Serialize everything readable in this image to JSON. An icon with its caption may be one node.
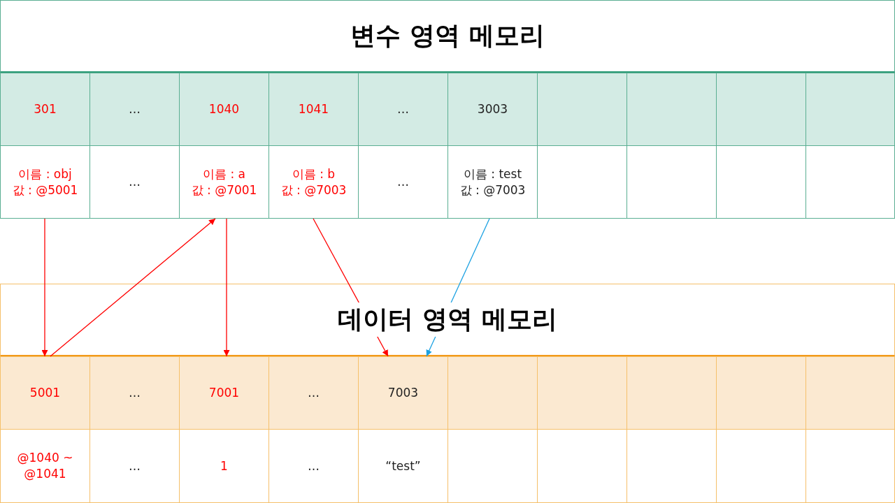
{
  "diagram": {
    "nodes": [
      {
        "text": [
          "301"
        ]
      },
      {
        "text": [
          "…"
        ]
      },
      {
        "text": [
          "1040"
        ]
      },
      {
        "text": [
          "1041"
        ]
      },
      {
        "text": [
          "…"
        ]
      },
      {
        "text": [
          "3003"
        ]
      },
      {
        "text": [],
        "shape": "box"
      },
      {
        "text": [],
        "shape": "box"
      },
      {
        "text": [],
        "shape": "box"
      },
      {
        "text": [],
        "shape": "box"
      },
      {
        "text": [
          "이름 : obj",
          "값 : @5001"
        ]
      },
      {
        "text": [
          "…"
        ]
      },
      {
        "text": [
          "이름 : a",
          "값 : @7001"
        ]
      },
      {
        "text": [
          "이름 : b",
          "값 : @7003"
        ]
      },
      {
        "text": [
          "…"
        ]
      },
      {
        "text": [
          "이름 : test",
          "값 : @7003"
        ]
      },
      {
        "text": [],
        "shape": "box"
      },
      {
        "text": [],
        "shape": "box"
      },
      {
        "text": [],
        "shape": "box"
      },
      {
        "text": [],
        "shape": "box"
      },
      {
        "text": [
          "5001"
        ]
      },
      {
        "text": [
          "…"
        ]
      },
      {
        "text": [
          "7001"
        ]
      },
      {
        "text": [
          "…"
        ]
      },
      {
        "text": [
          "7003"
        ]
      },
      {
        "text": [],
        "shape": "box"
      },
      {
        "text": [],
        "shape": "box"
      },
      {
        "text": [],
        "shape": "box"
      },
      {
        "text": [],
        "shape": "box"
      },
      {
        "text": [],
        "shape": "box"
      },
      {
        "text": [
          "@1040 ~ @1041"
        ]
      },
      {
        "text": [
          "…"
        ]
      },
      {
        "text": [
          "1"
        ]
      },
      {
        "text": [
          "…"
        ]
      },
      {
        "text": [
          "“test”"
        ]
      },
      {
        "text": [],
        "shape": "box"
      },
      {
        "text": [],
        "shape": "box"
      },
      {
        "text": [],
        "shape": "box"
      },
      {
        "text": [],
        "shape": "box"
      },
      {
        "text": [],
        "shape": "box"
      }
    ],
    "edges": [
      {
        "from": 10,
        "to": 20,
        "arrow": "to"
      },
      {
        "from": 20,
        "to": 12,
        "arrow": "to"
      },
      {
        "from": 12,
        "to": 22,
        "arrow": "to"
      },
      {
        "from": 13,
        "to": 24,
        "arrow": "to"
      },
      {
        "from": 15,
        "to": 24,
        "arrow": "to",
        "color": "#1ba1e2"
      }
    ],
    "labels": [
      "변수 영역 메모리",
      "데이터 영역 메모리"
    ]
  }
}
